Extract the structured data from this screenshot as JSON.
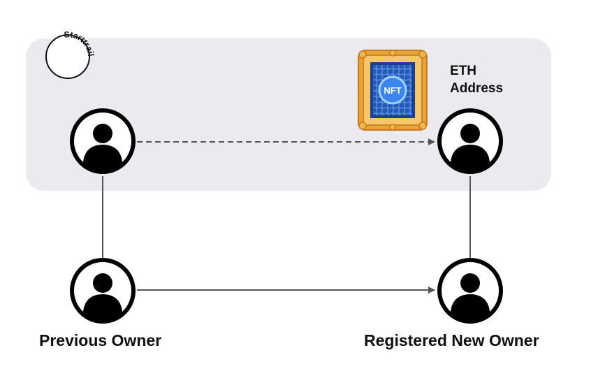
{
  "logo": {
    "text": "Starttrail",
    "icon": "starttrail-logo-icon"
  },
  "nft": {
    "badge": "NFT",
    "icon": "nft-framed-picture-icon"
  },
  "eth_address": {
    "line1": "ETH",
    "line2": "Address"
  },
  "owners": {
    "previous": "Previous Owner",
    "new": "Registered New Owner"
  },
  "colors": {
    "region_background": "#ece9ef",
    "connector": "#555555",
    "avatar": "#000000",
    "frame_gold": "#e9a23a",
    "nft_blue": "#2f6fd6"
  }
}
